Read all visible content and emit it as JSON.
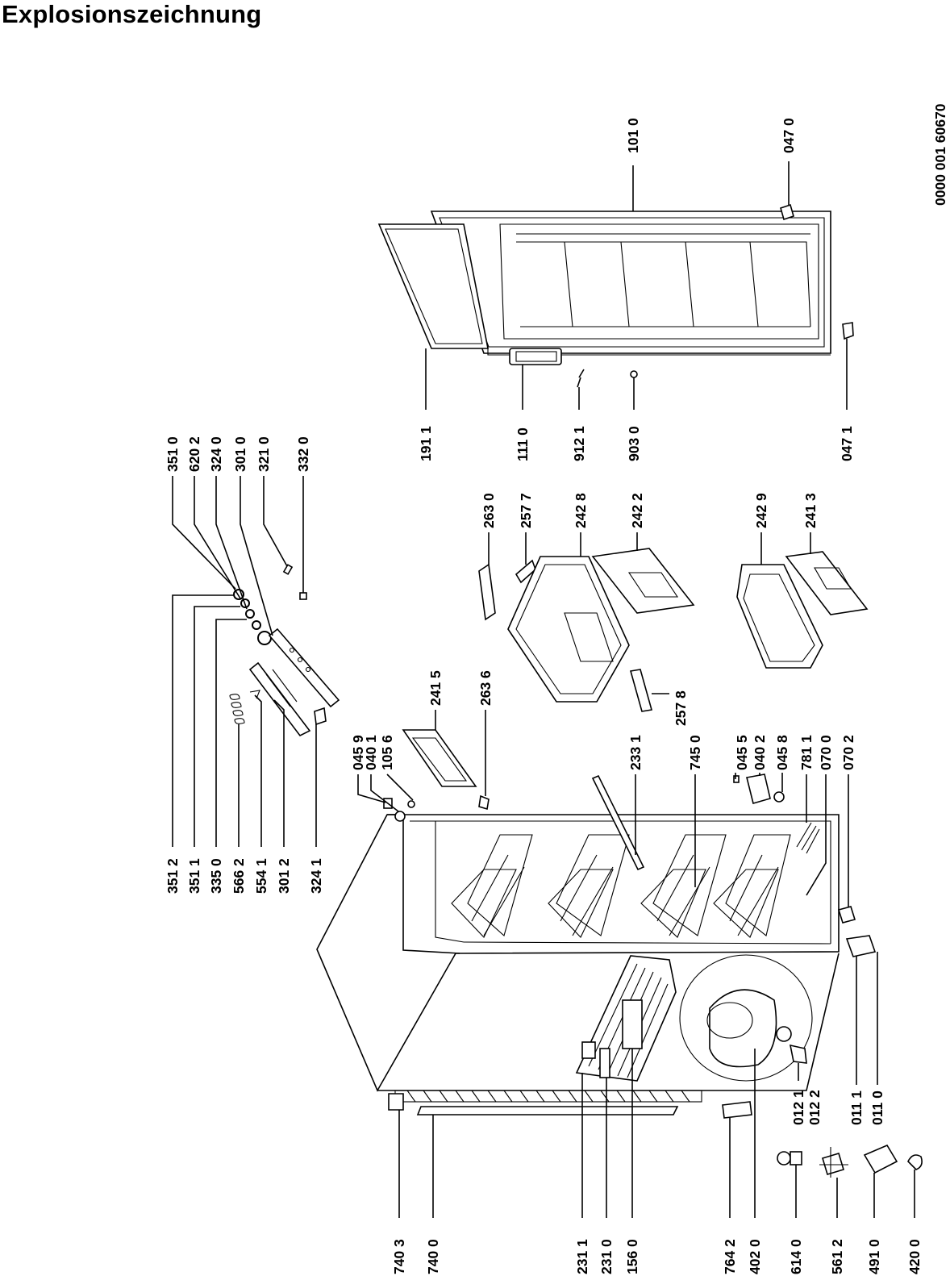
{
  "title": "Explosionszeichnung",
  "document_code": "0000 001 60670",
  "part_labels": {
    "top_assembly": [
      "351 0",
      "620 2",
      "324 0",
      "301 0",
      "321 0",
      "332 0"
    ],
    "control_column": [
      "351 2",
      "351 1",
      "335 0",
      "566 2",
      "554 1",
      "301 2",
      "324 1"
    ],
    "door": [
      "191 1",
      "111 0",
      "912 1",
      "903 0",
      "047 1",
      "101 0",
      "047 0"
    ],
    "hinge_upper": [
      "045 9",
      "040 1",
      "105 6"
    ],
    "drawers_upper": [
      "241 5",
      "263 6",
      "263 0",
      "257 7",
      "242 8",
      "242 2",
      "257 8"
    ],
    "drawers_lower": [
      "242 9",
      "241 3"
    ],
    "shelf": [
      "233 1",
      "745 0"
    ],
    "hinge_lower": [
      "045 5",
      "040 2",
      "045 8",
      "781 1",
      "070 0",
      "070 2"
    ],
    "compressor": [
      "012 1",
      "012 2",
      "011 1",
      "011 0"
    ],
    "bottom_left": [
      "740 3",
      "740 0",
      "231 1",
      "231 0",
      "156 0",
      "764 2",
      "402 0",
      "614 0",
      "561 2",
      "491 0",
      "420 0"
    ]
  }
}
